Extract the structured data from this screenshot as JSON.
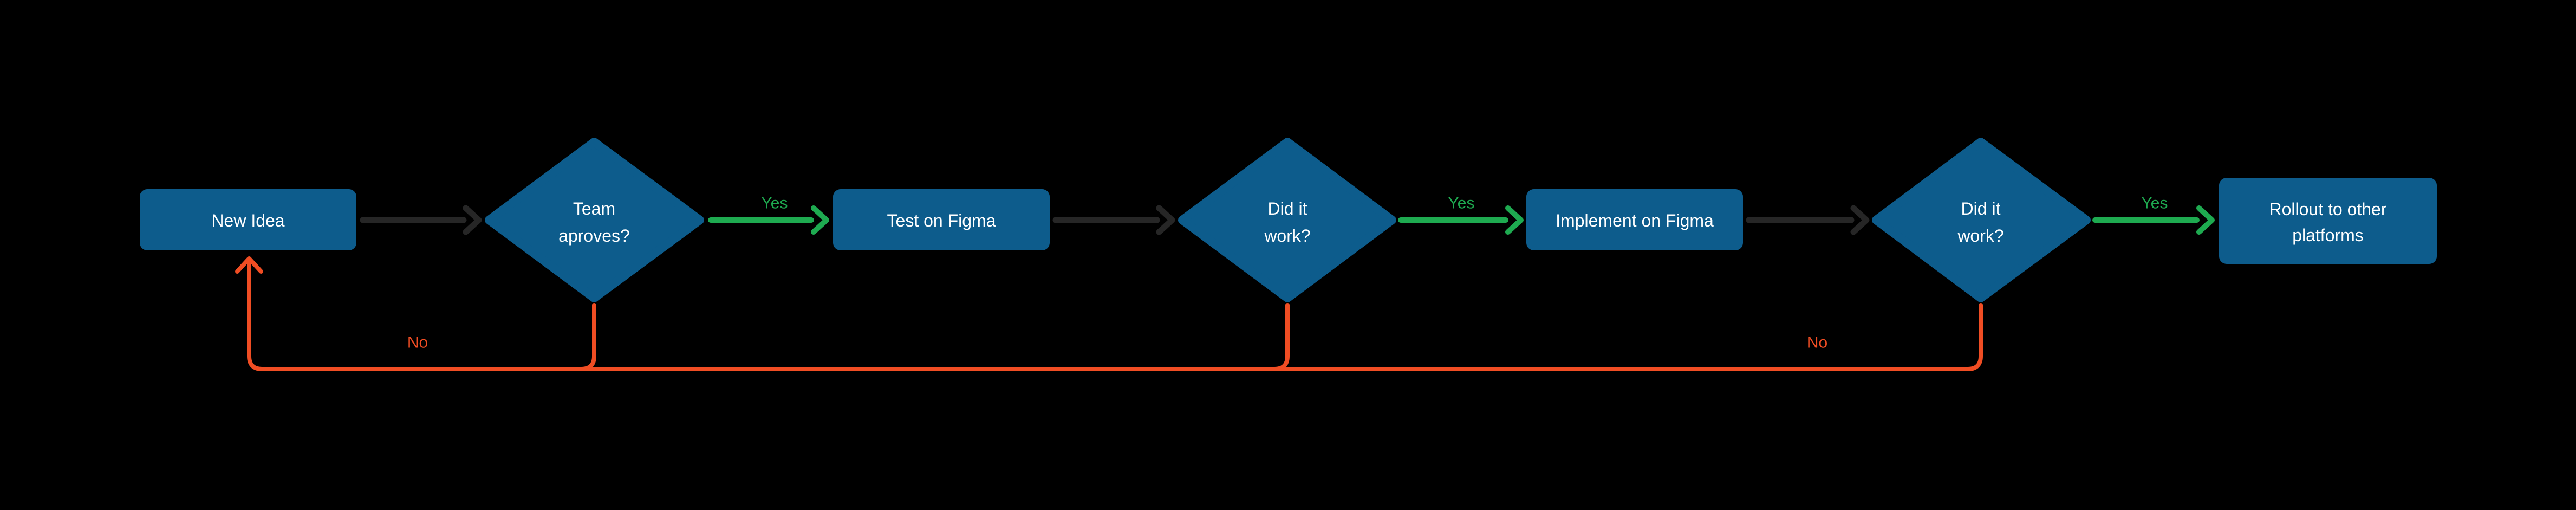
{
  "colors": {
    "background": "#000000",
    "node_fill": "#0D5C8C",
    "text": "#FFFFFF",
    "yes_green": "#1EAA50",
    "no_red": "#F04D23",
    "connector_gray": "#262626"
  },
  "flowchart": {
    "nodes": [
      {
        "id": "new-idea",
        "type": "process",
        "label": "New Idea"
      },
      {
        "id": "team-aproves",
        "type": "decision",
        "lines": [
          "Team",
          "aproves?"
        ]
      },
      {
        "id": "test-on-figma",
        "type": "process",
        "label": "Test on Figma"
      },
      {
        "id": "did-it-work-1",
        "type": "decision",
        "lines": [
          "Did it",
          "work?"
        ]
      },
      {
        "id": "implement-on-figma",
        "type": "process",
        "label": "Implement on Figma"
      },
      {
        "id": "did-it-work-2",
        "type": "decision",
        "lines": [
          "Did it",
          "work?"
        ]
      },
      {
        "id": "rollout-other-platforms",
        "type": "process",
        "lines": [
          "Rollout to other",
          "platforms"
        ]
      }
    ],
    "edges": [
      {
        "from": "new-idea",
        "to": "team-aproves",
        "label": ""
      },
      {
        "from": "team-aproves",
        "to": "test-on-figma",
        "label": "Yes"
      },
      {
        "from": "test-on-figma",
        "to": "did-it-work-1",
        "label": ""
      },
      {
        "from": "did-it-work-1",
        "to": "implement-on-figma",
        "label": "Yes"
      },
      {
        "from": "implement-on-figma",
        "to": "did-it-work-2",
        "label": ""
      },
      {
        "from": "did-it-work-2",
        "to": "rollout-other-platforms",
        "label": "Yes"
      },
      {
        "from": "team-aproves",
        "to": "new-idea",
        "label": "No"
      },
      {
        "from": "did-it-work-1",
        "to": "new-idea",
        "label": ""
      },
      {
        "from": "did-it-work-2",
        "to": "new-idea",
        "label": "No"
      }
    ]
  }
}
